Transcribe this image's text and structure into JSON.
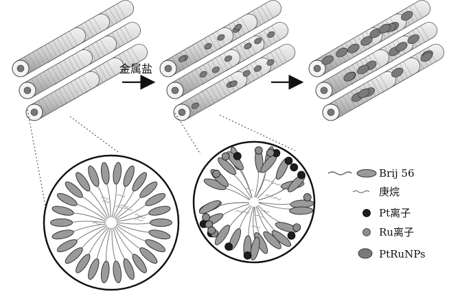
{
  "arrow_label": "金属盐",
  "legend": {
    "items": [
      {
        "key": "brij56",
        "label": "Brij 56"
      },
      {
        "key": "heptane",
        "label": "庚烷"
      },
      {
        "key": "pt_ion",
        "label": "Pt离子"
      },
      {
        "key": "ru_ion",
        "label": "Ru离子"
      },
      {
        "key": "ptru_nps",
        "label": "PtRuNPs"
      }
    ]
  },
  "colors": {
    "tube_fill": "#d8d8d8",
    "tube_stroke": "#555555",
    "particle": "#7a7a7a",
    "pt_ion": "#1e1e1e",
    "ru_ion": "#8c8c8c",
    "surfactant_head": "#9a9a9a"
  },
  "panels": [
    {
      "name": "template",
      "particles": 0
    },
    {
      "name": "impregnated",
      "particles": 18
    },
    {
      "name": "nanoparticles",
      "particles": 22
    }
  ]
}
